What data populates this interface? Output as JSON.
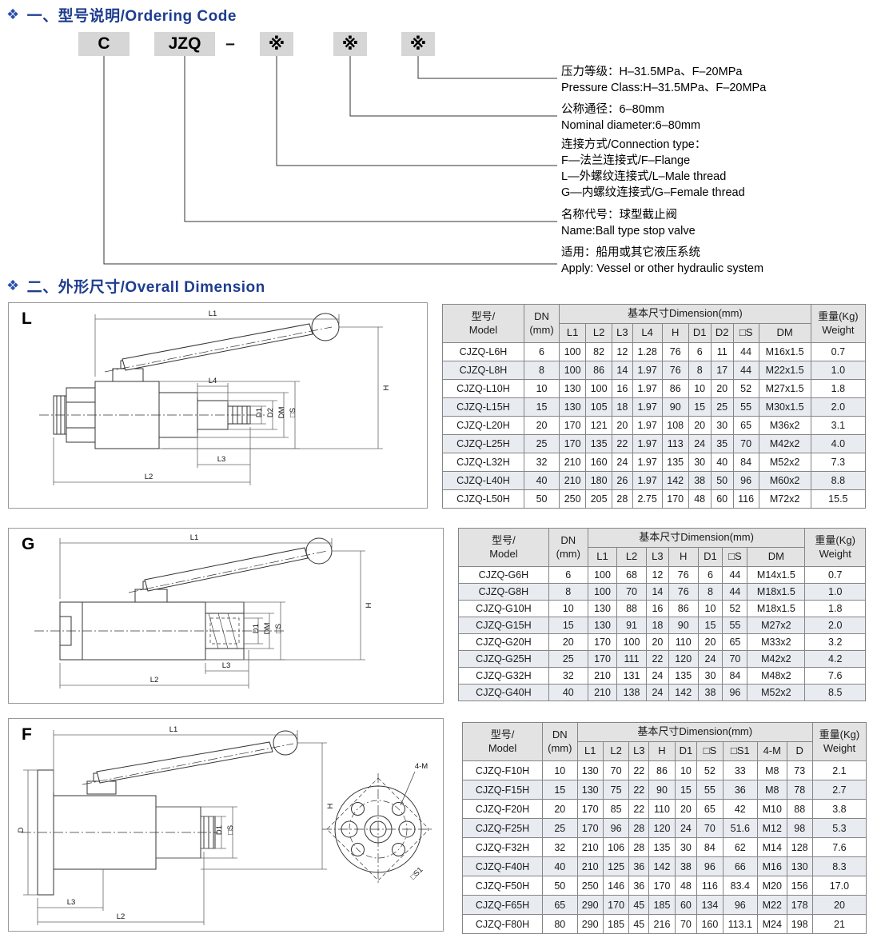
{
  "sections": {
    "diamond": "❖",
    "s1_title": "一、型号说明/Ordering Code",
    "s2_title": "二、外形尺寸/Overall Dimension"
  },
  "ordering": {
    "code_c": "C",
    "code_jzq": "JZQ",
    "dash": "–",
    "star1": "※",
    "star2": "※",
    "star3": "※",
    "callouts": [
      {
        "lines": [
          "压力等级：H–31.5MPa、F–20MPa",
          "Pressure Class:H–31.5MPa、F–20MPa"
        ]
      },
      {
        "lines": [
          "公称通径：6–80mm",
          "Nominal diameter:6–80mm"
        ]
      },
      {
        "lines": [
          "连接方式/Connection type：",
          "F—法兰连接式/F–Flange",
          "L—外螺纹连接式/L–Male thread",
          "G—内螺纹连接式/G–Female thread"
        ]
      },
      {
        "lines": [
          "名称代号：球型截止阀",
          "Name:Ball type stop valve"
        ]
      },
      {
        "lines": [
          "适用：船用或其它液压系统",
          "Apply: Vessel or other hydraulic system"
        ]
      }
    ]
  },
  "figures": {
    "L": {
      "label": "L",
      "dims": [
        "L1",
        "L2",
        "L3",
        "L4",
        "H",
        "D1",
        "D2",
        "DM",
        "□S"
      ]
    },
    "G": {
      "label": "G",
      "dims": [
        "L1",
        "L2",
        "L3",
        "H",
        "D1",
        "DM",
        "□S"
      ]
    },
    "F": {
      "label": "F",
      "dims": [
        "L1",
        "L2",
        "L3",
        "H",
        "D",
        "D1",
        "□S",
        "4-M",
        "□S1"
      ]
    }
  },
  "tables": [
    {
      "id": "L",
      "header": {
        "model": "型号/\nModel",
        "dn": "DN\n(mm)",
        "dims_group": "基本尺寸Dimension(mm)",
        "dims": [
          "L1",
          "L2",
          "L3",
          "L4",
          "H",
          "D1",
          "D2",
          "□S",
          "DM"
        ],
        "weight": "重量(Kg)\nWeight"
      },
      "rows": [
        [
          "CJZQ-L6H",
          "6",
          "100",
          "82",
          "12",
          "1.28",
          "76",
          "6",
          "11",
          "44",
          "M16x1.5",
          "0.7"
        ],
        [
          "CJZQ-L8H",
          "8",
          "100",
          "86",
          "14",
          "1.97",
          "76",
          "8",
          "17",
          "44",
          "M22x1.5",
          "1.0"
        ],
        [
          "CJZQ-L10H",
          "10",
          "130",
          "100",
          "16",
          "1.97",
          "86",
          "10",
          "20",
          "52",
          "M27x1.5",
          "1.8"
        ],
        [
          "CJZQ-L15H",
          "15",
          "130",
          "105",
          "18",
          "1.97",
          "90",
          "15",
          "25",
          "55",
          "M30x1.5",
          "2.0"
        ],
        [
          "CJZQ-L20H",
          "20",
          "170",
          "121",
          "20",
          "1.97",
          "108",
          "20",
          "30",
          "65",
          "M36x2",
          "3.1"
        ],
        [
          "CJZQ-L25H",
          "25",
          "170",
          "135",
          "22",
          "1.97",
          "113",
          "24",
          "35",
          "70",
          "M42x2",
          "4.0"
        ],
        [
          "CJZQ-L32H",
          "32",
          "210",
          "160",
          "24",
          "1.97",
          "135",
          "30",
          "40",
          "84",
          "M52x2",
          "7.3"
        ],
        [
          "CJZQ-L40H",
          "40",
          "210",
          "180",
          "26",
          "1.97",
          "142",
          "38",
          "50",
          "96",
          "M60x2",
          "8.8"
        ],
        [
          "CJZQ-L50H",
          "50",
          "250",
          "205",
          "28",
          "2.75",
          "170",
          "48",
          "60",
          "116",
          "M72x2",
          "15.5"
        ]
      ]
    },
    {
      "id": "G",
      "header": {
        "model": "型号/\nModel",
        "dn": "DN\n(mm)",
        "dims_group": "基本尺寸Dimension(mm)",
        "dims": [
          "L1",
          "L2",
          "L3",
          "H",
          "D1",
          "□S",
          "DM"
        ],
        "weight": "重量(Kg)\nWeight"
      },
      "rows": [
        [
          "CJZQ-G6H",
          "6",
          "100",
          "68",
          "12",
          "76",
          "6",
          "44",
          "M14x1.5",
          "0.7"
        ],
        [
          "CJZQ-G8H",
          "8",
          "100",
          "70",
          "14",
          "76",
          "8",
          "44",
          "M18x1.5",
          "1.0"
        ],
        [
          "CJZQ-G10H",
          "10",
          "130",
          "88",
          "16",
          "86",
          "10",
          "52",
          "M18x1.5",
          "1.8"
        ],
        [
          "CJZQ-G15H",
          "15",
          "130",
          "91",
          "18",
          "90",
          "15",
          "55",
          "M27x2",
          "2.0"
        ],
        [
          "CJZQ-G20H",
          "20",
          "170",
          "100",
          "20",
          "110",
          "20",
          "65",
          "M33x2",
          "3.2"
        ],
        [
          "CJZQ-G25H",
          "25",
          "170",
          "111",
          "22",
          "120",
          "24",
          "70",
          "M42x2",
          "4.2"
        ],
        [
          "CJZQ-G32H",
          "32",
          "210",
          "131",
          "24",
          "135",
          "30",
          "84",
          "M48x2",
          "7.6"
        ],
        [
          "CJZQ-G40H",
          "40",
          "210",
          "138",
          "24",
          "142",
          "38",
          "96",
          "M52x2",
          "8.5"
        ]
      ]
    },
    {
      "id": "F",
      "header": {
        "model": "型号/\nModel",
        "dn": "DN\n(mm)",
        "dims_group": "基本尺寸Dimension(mm)",
        "dims": [
          "L1",
          "L2",
          "L3",
          "H",
          "D1",
          "□S",
          "□S1",
          "4-M",
          "D"
        ],
        "weight": "重量(Kg)\nWeight"
      },
      "rows": [
        [
          "CJZQ-F10H",
          "10",
          "130",
          "70",
          "22",
          "86",
          "10",
          "52",
          "33",
          "M8",
          "73",
          "2.1"
        ],
        [
          "CJZQ-F15H",
          "15",
          "130",
          "75",
          "22",
          "90",
          "15",
          "55",
          "36",
          "M8",
          "78",
          "2.7"
        ],
        [
          "CJZQ-F20H",
          "20",
          "170",
          "85",
          "22",
          "110",
          "20",
          "65",
          "42",
          "M10",
          "88",
          "3.8"
        ],
        [
          "CJZQ-F25H",
          "25",
          "170",
          "96",
          "28",
          "120",
          "24",
          "70",
          "51.6",
          "M12",
          "98",
          "5.3"
        ],
        [
          "CJZQ-F32H",
          "32",
          "210",
          "106",
          "28",
          "135",
          "30",
          "84",
          "62",
          "M14",
          "128",
          "7.6"
        ],
        [
          "CJZQ-F40H",
          "40",
          "210",
          "125",
          "36",
          "142",
          "38",
          "96",
          "66",
          "M16",
          "130",
          "8.3"
        ],
        [
          "CJZQ-F50H",
          "50",
          "250",
          "146",
          "36",
          "170",
          "48",
          "116",
          "83.4",
          "M20",
          "156",
          "17.0"
        ],
        [
          "CJZQ-F65H",
          "65",
          "290",
          "170",
          "45",
          "185",
          "60",
          "134",
          "96",
          "M22",
          "178",
          "20"
        ],
        [
          "CJZQ-F80H",
          "80",
          "290",
          "185",
          "45",
          "216",
          "70",
          "160",
          "113.1",
          "M24",
          "198",
          "21"
        ]
      ]
    }
  ],
  "colors": {
    "heading_blue": "#1d3d8f",
    "box_gray": "#d6d6d6",
    "row_stripe": "#e8ecf1",
    "header_bg": "#e3e3e3"
  }
}
